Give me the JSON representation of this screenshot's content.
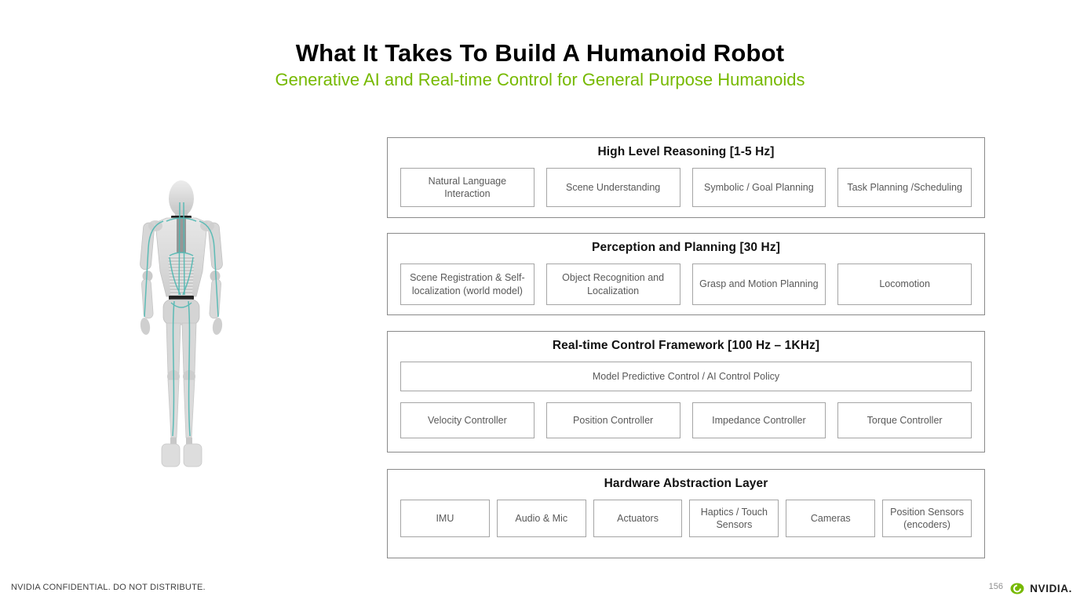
{
  "slide": {
    "title": "What It Takes To Build A Humanoid Robot",
    "subtitle": "Generative AI and Real-time Control for General Purpose Humanoids",
    "panels": [
      {
        "title": "High Level Reasoning [1-5 Hz]",
        "rows": [
          [
            "Natural Language Interaction",
            "Scene Understanding",
            "Symbolic / Goal Planning",
            "Task Planning /Scheduling"
          ]
        ]
      },
      {
        "title": "Perception and Planning [30 Hz]",
        "rows": [
          [
            "Scene Registration & Self-localization (world model)",
            "Object Recognition and Localization",
            "Grasp and Motion Planning",
            "Locomotion"
          ]
        ]
      },
      {
        "title": "Real-time Control Framework [100 Hz – 1KHz]",
        "rows": [
          [
            "Model Predictive Control / AI Control Policy"
          ],
          [
            "Velocity Controller",
            "Position Controller",
            "Impedance Controller",
            "Torque Controller"
          ]
        ]
      },
      {
        "title": "Hardware Abstraction Layer",
        "rows": [
          [
            "IMU",
            "Audio & Mic",
            "Actuators",
            "Haptics / Touch Sensors",
            "Cameras",
            "Position Sensors (encoders)"
          ]
        ]
      }
    ],
    "footer": {
      "confidential": "NVIDIA CONFIDENTIAL. DO NOT DISTRIBUTE.",
      "page_number": "156",
      "brand": "NVIDIA."
    },
    "icons": {
      "logo": "nvidia-eye-logo",
      "figure": "humanoid-robot-figure"
    },
    "colors": {
      "accent_green": "#76B900",
      "title_text": "#000000",
      "panel_border": "#8a8a8a",
      "module_border": "#a5a5a5",
      "module_text": "#595959",
      "robot_teal": "#49b6b0"
    }
  }
}
